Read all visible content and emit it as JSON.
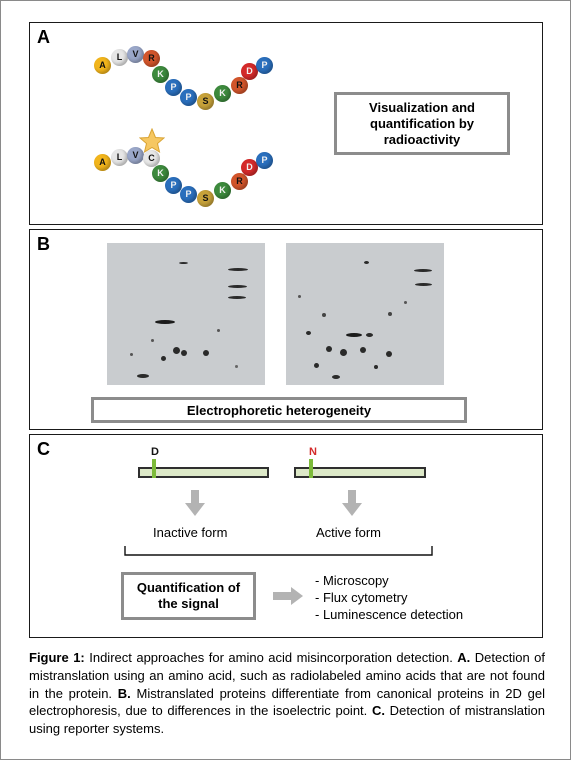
{
  "panel_a": {
    "letter": "A",
    "chain1": [
      "A",
      "L",
      "V",
      "R",
      "K",
      "P",
      "P",
      "S",
      "K",
      "R",
      "D",
      "P"
    ],
    "chain2": [
      "A",
      "L",
      "V",
      "C",
      "K",
      "P",
      "P",
      "S",
      "K",
      "R",
      "D",
      "P"
    ],
    "box_text": "Visualization and quantification by radioactivity",
    "bead_colors": {
      "A": "#f2b51c",
      "L": "#e6e6e6",
      "V": "#9aa7c9",
      "R": "#d2552b",
      "K": "#3d8a3d",
      "P": "#2a6fbd",
      "S": "#c7a23a",
      "D": "#d42a2a",
      "C": "#e8e8e8"
    },
    "star_icon": "star-icon"
  },
  "panel_b": {
    "letter": "B",
    "box_text": "Electrophoretic heterogeneity"
  },
  "panel_c": {
    "letter": "C",
    "marker_d": "D",
    "marker_n": "N",
    "label_inactive": "Inactive form",
    "label_active": "Active form",
    "box_text": "Quantification of the signal",
    "list": [
      "- Microscopy",
      "- Flux cytometry",
      "- Luminescence detection"
    ],
    "colors": {
      "marker": "#7dbb3a",
      "n_label": "#d42a2a",
      "bar_fill": "#dde9c8"
    }
  },
  "caption": {
    "fig_label": "Figure 1:",
    "text1": " Indirect approaches for amino acid misincorporation detection. ",
    "a": "A.",
    "text2": " Detection of mistranslation using an amino acid, such as radiolabeled amino acids that are not found in the protein. ",
    "b": "B.",
    "text3": " Mistranslated proteins differentiate from canonical proteins in 2D gel electrophoresis, due to differences in the isoelectric point. ",
    "c": "C.",
    "text4": " Detection of mistranslation using reporter systems."
  }
}
